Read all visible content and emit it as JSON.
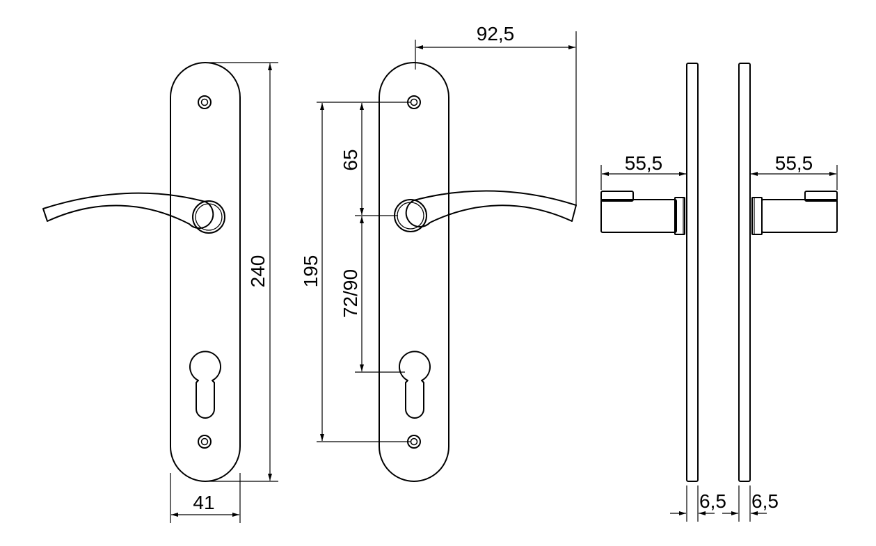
{
  "drawing": {
    "front_view": {
      "height": "240",
      "width": "41"
    },
    "dimensioned_view": {
      "screw_spacing": "195",
      "top_to_handle": "65",
      "handle_to_cylinder": "72/90",
      "handle_projection": "92,5"
    },
    "side_view": {
      "left_projection": "55,5",
      "right_projection": "55,5",
      "left_plate_thickness": "6,5",
      "right_plate_thickness": "6,5"
    }
  }
}
